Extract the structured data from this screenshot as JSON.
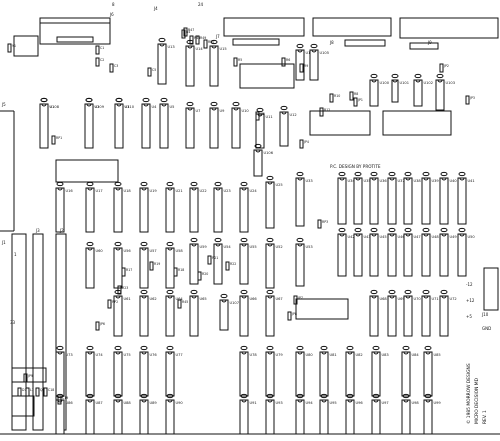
{
  "board": {
    "header_labels": [
      "8",
      "J4",
      "24"
    ],
    "connector_labels": [
      "J6",
      "J7",
      "J8",
      "J9",
      "J5",
      "J1",
      "J2",
      "J3",
      "J10"
    ],
    "credit": "P.C. DESIGN BY PROTITE",
    "copyright_lines": [
      "© 1985 MORROW DESIGNS",
      "MICRO DECISION MD",
      "REV. 1"
    ],
    "rail_labels": [
      "-12",
      "+12",
      "+5",
      "GND"
    ],
    "left_edge_labels": [
      "1",
      "33"
    ]
  },
  "chips": [
    {
      "ref": "U1",
      "kind": "dip"
    },
    {
      "ref": "U2",
      "kind": "dip"
    },
    {
      "ref": "U3",
      "kind": "dip"
    },
    {
      "ref": "U4",
      "kind": "dip"
    },
    {
      "ref": "U5",
      "kind": "dip"
    },
    {
      "ref": "U6",
      "kind": "wide"
    },
    {
      "ref": "U7",
      "kind": "dip"
    },
    {
      "ref": "U9",
      "kind": "dip"
    },
    {
      "ref": "U10",
      "kind": "dip"
    },
    {
      "ref": "U11",
      "kind": "dip"
    },
    {
      "ref": "U12",
      "kind": "dip"
    },
    {
      "ref": "U13",
      "kind": "dip"
    },
    {
      "ref": "U14",
      "kind": "dip"
    },
    {
      "ref": "U15",
      "kind": "dip"
    },
    {
      "ref": "U16",
      "kind": "dip"
    },
    {
      "ref": "U17",
      "kind": "dip"
    },
    {
      "ref": "U18",
      "kind": "dip"
    },
    {
      "ref": "U19",
      "kind": "dip"
    },
    {
      "ref": "U20",
      "kind": "wide"
    },
    {
      "ref": "U21",
      "kind": "dip"
    },
    {
      "ref": "U22",
      "kind": "dip"
    },
    {
      "ref": "U23",
      "kind": "dip"
    },
    {
      "ref": "U24",
      "kind": "dip"
    },
    {
      "ref": "U25",
      "kind": "dip"
    },
    {
      "ref": "U27",
      "kind": "wide"
    },
    {
      "ref": "U33",
      "kind": "dip"
    },
    {
      "ref": "U34",
      "kind": "dip"
    },
    {
      "ref": "U35",
      "kind": "dip"
    },
    {
      "ref": "U36",
      "kind": "dip"
    },
    {
      "ref": "U37",
      "kind": "dip"
    },
    {
      "ref": "U38",
      "kind": "dip"
    },
    {
      "ref": "U39",
      "kind": "dip"
    },
    {
      "ref": "U40",
      "kind": "dip"
    },
    {
      "ref": "U41",
      "kind": "dip"
    },
    {
      "ref": "U42",
      "kind": "dip"
    },
    {
      "ref": "U43",
      "kind": "dip"
    },
    {
      "ref": "U45",
      "kind": "dip"
    },
    {
      "ref": "U46",
      "kind": "dip"
    },
    {
      "ref": "U47",
      "kind": "dip"
    },
    {
      "ref": "U48",
      "kind": "dip"
    },
    {
      "ref": "U49",
      "kind": "dip"
    },
    {
      "ref": "U50",
      "kind": "dip"
    },
    {
      "ref": "U52",
      "kind": "dip"
    },
    {
      "ref": "U53",
      "kind": "dip"
    },
    {
      "ref": "U54",
      "kind": "dip"
    },
    {
      "ref": "U55",
      "kind": "dip"
    },
    {
      "ref": "U56",
      "kind": "dip"
    },
    {
      "ref": "U57",
      "kind": "dip"
    },
    {
      "ref": "U58",
      "kind": "dip"
    },
    {
      "ref": "U59",
      "kind": "dip"
    },
    {
      "ref": "U60",
      "kind": "dip"
    },
    {
      "ref": "U61",
      "kind": "dip"
    },
    {
      "ref": "U62",
      "kind": "dip"
    },
    {
      "ref": "U63",
      "kind": "wide"
    },
    {
      "ref": "U64",
      "kind": "dip"
    },
    {
      "ref": "U65",
      "kind": "dip"
    },
    {
      "ref": "U66",
      "kind": "dip"
    },
    {
      "ref": "U67",
      "kind": "dip"
    },
    {
      "ref": "U68",
      "kind": "dip"
    },
    {
      "ref": "U69",
      "kind": "dip"
    },
    {
      "ref": "U70",
      "kind": "dip"
    },
    {
      "ref": "U71",
      "kind": "dip"
    },
    {
      "ref": "U72",
      "kind": "dip"
    },
    {
      "ref": "U73",
      "kind": "dip"
    },
    {
      "ref": "U74",
      "kind": "dip"
    },
    {
      "ref": "U75",
      "kind": "dip"
    },
    {
      "ref": "U76",
      "kind": "dip"
    },
    {
      "ref": "U77",
      "kind": "dip"
    },
    {
      "ref": "U78",
      "kind": "dip"
    },
    {
      "ref": "U79",
      "kind": "dip"
    },
    {
      "ref": "U80",
      "kind": "dip"
    },
    {
      "ref": "U81",
      "kind": "dip"
    },
    {
      "ref": "U82",
      "kind": "dip"
    },
    {
      "ref": "U83",
      "kind": "dip"
    },
    {
      "ref": "U84",
      "kind": "dip"
    },
    {
      "ref": "U85",
      "kind": "dip"
    },
    {
      "ref": "U86",
      "kind": "dip"
    },
    {
      "ref": "U87",
      "kind": "dip"
    },
    {
      "ref": "U88",
      "kind": "dip"
    },
    {
      "ref": "U89",
      "kind": "dip"
    },
    {
      "ref": "U90",
      "kind": "dip"
    },
    {
      "ref": "U91",
      "kind": "dip"
    },
    {
      "ref": "U93",
      "kind": "dip"
    },
    {
      "ref": "U94",
      "kind": "dip"
    },
    {
      "ref": "U95",
      "kind": "dip"
    },
    {
      "ref": "U96",
      "kind": "dip"
    },
    {
      "ref": "U97",
      "kind": "dip"
    },
    {
      "ref": "U98",
      "kind": "dip"
    },
    {
      "ref": "U99",
      "kind": "dip"
    },
    {
      "ref": "U100",
      "kind": "dip"
    },
    {
      "ref": "U101",
      "kind": "dip"
    },
    {
      "ref": "U102",
      "kind": "dip"
    },
    {
      "ref": "U103",
      "kind": "dip"
    },
    {
      "ref": "U104",
      "kind": "dip"
    },
    {
      "ref": "U105",
      "kind": "dip"
    },
    {
      "ref": "U106",
      "kind": "dip"
    },
    {
      "ref": "U107",
      "kind": "dip"
    },
    {
      "ref": "U108",
      "kind": "dip"
    },
    {
      "ref": "U109",
      "kind": "dip"
    },
    {
      "ref": "U110",
      "kind": "dip"
    }
  ],
  "passives": [
    "Y1",
    "C1",
    "C2",
    "C3",
    "C5",
    "R4",
    "R5",
    "R6",
    "R8",
    "R9",
    "R10",
    "R12",
    "R17",
    "R18",
    "R19",
    "R20",
    "R21",
    "R22",
    "R23",
    "R45",
    "R47",
    "R48",
    "R49",
    "R50",
    "RP1",
    "RP2",
    "RP3",
    "JP1",
    "JP2",
    "JP3",
    "JP4",
    "JP5",
    "JP6",
    "JP7",
    "JP8",
    "JP9",
    "D1",
    "L1",
    "Q1",
    "C18",
    "C19"
  ],
  "colors": {
    "ink": "#111111",
    "board": "#ffffff"
  }
}
